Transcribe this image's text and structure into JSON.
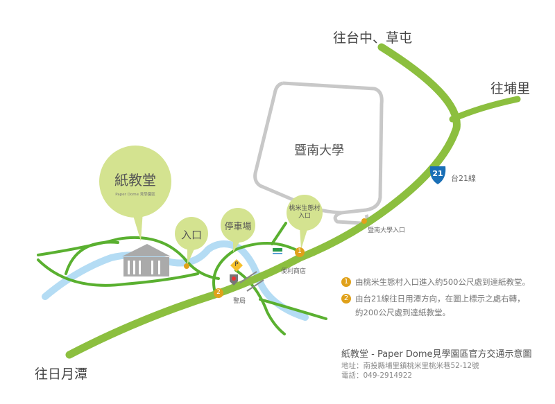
{
  "directions": {
    "taichung": "往台中、草屯",
    "puli": "往埔里",
    "sun_moon_lake": "往日月潭"
  },
  "campus": "暨南大學",
  "campus_entrance": "暨南大學入口",
  "highway": {
    "shield": "21",
    "label": "台21線"
  },
  "bubbles": {
    "paper_dome": {
      "title": "紙教堂",
      "subtitle": "Paper Dome 見學園區"
    },
    "entrance": "入口",
    "parking": "停車場",
    "taomi": "桃米生態村\n入口"
  },
  "markers": {
    "one": "1",
    "two": "2",
    "parking": "P"
  },
  "places": {
    "store": "便利商店",
    "police": "警局"
  },
  "notes": [
    {
      "num": "1",
      "text": "由桃米生態村入口進入約500公尺處到達紙教堂。"
    },
    {
      "num": "2",
      "text": "由台21線往日用潭方向，在圖上標示之處右轉，",
      "text2": "約200公尺處到達紙教堂。"
    }
  ],
  "footer": {
    "title": "紙教堂 - Paper Dome見學園區官方交通示意圖",
    "address": "地址：南投縣埔里鎮桃米里桃米巷52-12號",
    "phone": "電話：049-2914922"
  },
  "colors": {
    "road": "#8cbf3f",
    "local_road": "#5ab030",
    "river": "#b4dcf4",
    "bubble": "#d4e390",
    "marker": "#e0a11a",
    "campus": "#c8c8c8"
  }
}
